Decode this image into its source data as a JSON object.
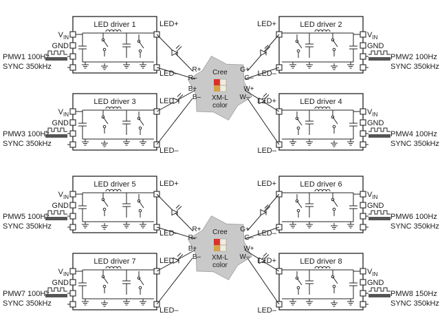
{
  "drivers": [
    {
      "title": "LED driver 1",
      "vin_sub": "IN",
      "gnd": "GND",
      "led_plus": "LED+",
      "led_minus": "LED–",
      "pwm": "PMW1 100Hz",
      "sync": "SYNC 350kHz"
    },
    {
      "title": "LED driver 2",
      "vin_sub": "IN",
      "gnd": "GND",
      "led_plus": "LED+",
      "led_minus": "LED–",
      "pwm": "PMW2 100Hz",
      "sync": "SYNC 350kHz"
    },
    {
      "title": "LED driver 3",
      "vin_sub": "IN",
      "gnd": "GND",
      "led_plus": "LED+",
      "led_minus": "LED–",
      "pwm": "PMW3 100Hz",
      "sync": "SYNC 350kHz"
    },
    {
      "title": "LED driver 4",
      "vin_sub": "IN",
      "gnd": "GND",
      "led_plus": "LED+",
      "led_minus": "LED–",
      "pwm": "PMW4 100Hz",
      "sync": "SYNC 350kHz"
    },
    {
      "title": "LED driver 5",
      "vin_sub": "IN",
      "gnd": "GND",
      "led_plus": "LED+",
      "led_minus": "LED–",
      "pwm": "PMW5 100Hz",
      "sync": "SYNC 350kHz"
    },
    {
      "title": "LED driver 6",
      "vin_sub": "IN",
      "gnd": "GND",
      "led_plus": "LED+",
      "led_minus": "LED–",
      "pwm": "PMW6 100Hz",
      "sync": "SYNC 350kHz"
    },
    {
      "title": "LED driver 7",
      "vin_sub": "IN",
      "gnd": "GND",
      "led_plus": "LED+",
      "led_minus": "LED–",
      "pwm": "PMW7 100Hz",
      "sync": "SYNC 350kHz"
    },
    {
      "title": "LED driver 8",
      "vin_sub": "IN",
      "gnd": "GND",
      "led_plus": "LED+",
      "led_minus": "LED–",
      "pwm": "PMW8 150Hz",
      "sync": "SYNC 350kHz"
    }
  ],
  "hubs": [
    {
      "pins": {
        "r_plus": "R+",
        "r_minus": "R–",
        "b_plus": "B+",
        "b_minus": "B–",
        "g_plus": "G+",
        "g_minus": "G–",
        "w_plus": "W+",
        "w_minus": "W–"
      },
      "brand": "Cree",
      "model": "XM-L",
      "model2": "color"
    },
    {
      "pins": {
        "r_plus": "R+",
        "r_minus": "R–",
        "b_plus": "B+",
        "b_minus": "B–",
        "g_plus": "G+",
        "g_minus": "G–",
        "w_plus": "W+",
        "w_minus": "W–"
      },
      "brand": "Cree",
      "model": "XM-L",
      "model2": "color"
    }
  ],
  "vin_main": "V",
  "colors": {
    "red": "#d8322a",
    "green": "#2f8f3a",
    "blue": "#2f5fc4",
    "white": "#f1ecdc",
    "amber": "#d7a24a",
    "hub": "#c9c9c9"
  }
}
